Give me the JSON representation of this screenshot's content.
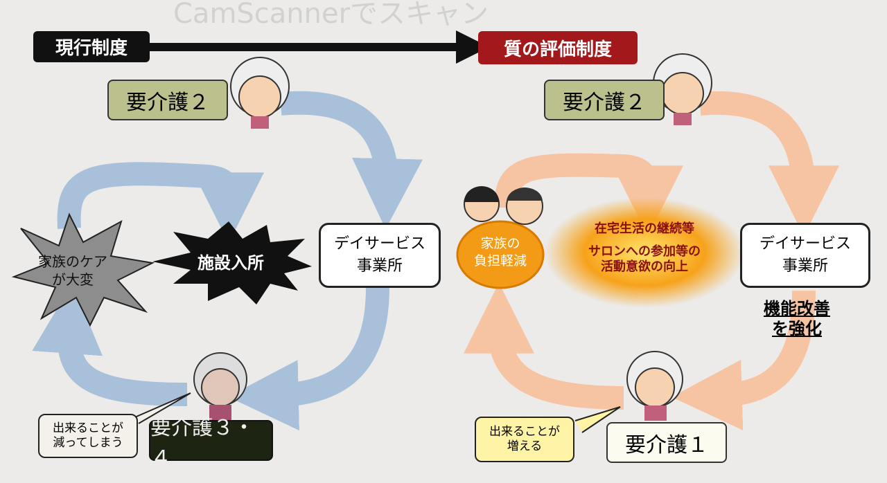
{
  "current_system": {
    "title": "現行制度",
    "top_level": "要介護２",
    "day_service": [
      "デイサービス",
      "事業所"
    ],
    "facility": "施設入所",
    "family_burden": [
      "家族のケア",
      "が大変"
    ],
    "bubble": [
      "出来ることが",
      "減ってしまう"
    ],
    "bottom_level": "要介護３・４"
  },
  "quality_system": {
    "title": "質の評価制度",
    "top_level": "要介護２",
    "day_service": [
      "デイサービス",
      "事業所"
    ],
    "family": [
      "家族の",
      "負担軽減"
    ],
    "benefit_1": "在宅生活の継続等",
    "benefit_2": [
      "サロンへの参加等の",
      "活動意欲の向上"
    ],
    "strengthen": [
      "機能改善",
      "を強化"
    ],
    "bubble": [
      "出来ることが",
      "増える"
    ],
    "bottom_level": "要介護１"
  },
  "watermark": "CamScannerでスキャン",
  "colors": {
    "blue_arrow": "#a9c0da",
    "orange_arrow": "#f6c4a2",
    "red_tag": "#a3191b",
    "level_green": "#bcc08c"
  }
}
